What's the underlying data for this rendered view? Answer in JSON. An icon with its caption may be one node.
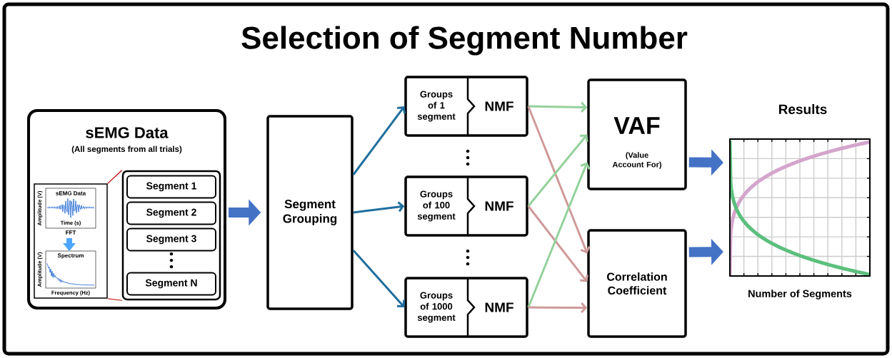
{
  "diagram": {
    "title": "Selection of Segment Number",
    "nodes": [
      {
        "text": [
          "sEMG Data",
          "(All segments from all trials)"
        ]
      },
      {
        "text": [
          "sEMG Data",
          "Amplitude (V)",
          "Time (s)",
          "FFT",
          "Spectrum",
          "Amplitude (V)",
          "Frequency (Hz)"
        ],
        "in": 0
      },
      {
        "text": [],
        "shape": "box",
        "in": 0
      },
      {
        "text": [
          "Segment 1"
        ],
        "in": 2
      },
      {
        "text": [
          "Segment 2"
        ],
        "in": 2
      },
      {
        "text": [
          "Segment 3"
        ],
        "in": 2
      },
      {
        "text": [
          "Segment N"
        ],
        "in": 2
      },
      {
        "text": [
          "Segment Grouping"
        ]
      },
      {
        "text": [
          "Groups of 1 segment",
          "NMF"
        ]
      },
      {
        "text": [
          "Groups of 100 segment",
          "NMF"
        ]
      },
      {
        "text": [
          "Groups of 1000 segment",
          "NMF"
        ]
      },
      {
        "text": [
          "VAF",
          "(Value Account For)"
        ]
      },
      {
        "text": [
          "Correlation Coefficient"
        ]
      },
      {
        "text": [
          "Results",
          "Number of Segments"
        ]
      }
    ],
    "edges": [
      {
        "from": 0,
        "to": 7,
        "arrow": "to",
        "style": "thick",
        "color": "#4472c4"
      },
      {
        "from": 1,
        "to": 2,
        "arrow": "none",
        "color": "#c00000"
      },
      {
        "from": 1,
        "to": 2,
        "arrow": "none",
        "color": "#c00000"
      },
      {
        "from": 7,
        "to": 8,
        "arrow": "to",
        "color": "#1f6e9e"
      },
      {
        "from": 7,
        "to": 9,
        "arrow": "to",
        "color": "#1f6e9e"
      },
      {
        "from": 7,
        "to": 10,
        "arrow": "to",
        "color": "#1f6e9e"
      },
      {
        "from": 8,
        "to": 11,
        "arrow": "to",
        "color": "#93d19b"
      },
      {
        "from": 8,
        "to": 12,
        "arrow": "to",
        "color": "#cf9a9a"
      },
      {
        "from": 9,
        "to": 11,
        "arrow": "to",
        "color": "#93d19b"
      },
      {
        "from": 9,
        "to": 12,
        "arrow": "to",
        "color": "#cf9a9a"
      },
      {
        "from": 10,
        "to": 11,
        "arrow": "to",
        "color": "#93d19b"
      },
      {
        "from": 10,
        "to": 12,
        "arrow": "to",
        "color": "#cf9a9a"
      },
      {
        "from": 11,
        "to": 13,
        "arrow": "to",
        "style": "thick",
        "color": "#4472c4"
      },
      {
        "from": 12,
        "to": 13,
        "arrow": "to",
        "style": "thick",
        "color": "#4472c4"
      }
    ]
  }
}
